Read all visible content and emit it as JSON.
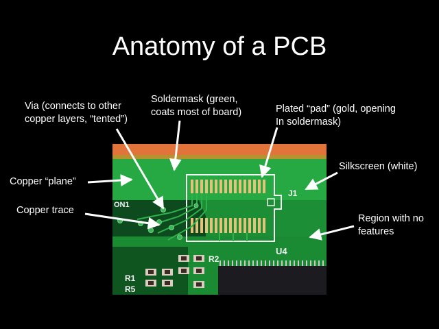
{
  "slide": {
    "title": "Anatomy of a PCB",
    "labels": {
      "via": [
        "Via (connects to other",
        "copper layers, “tented”)"
      ],
      "soldermask": [
        "Soldermask (green,",
        "coats most of board)"
      ],
      "pad": [
        "Plated “pad” (gold, opening",
        "In soldermask)"
      ],
      "silkscreen": [
        "Silkscreen (white)"
      ],
      "plane": [
        "Copper “plane”"
      ],
      "trace": [
        "Copper trace"
      ],
      "region": [
        "Region with no",
        "features"
      ]
    }
  },
  "board": {
    "silkscreen_text": {
      "j1": "J1",
      "on1": "ON1",
      "u4": "U4",
      "r2": "R2",
      "r1": "R1",
      "r5": "R5"
    }
  },
  "colors": {
    "background": "#000000",
    "board_green": "#1f9a3a",
    "copper_edge": "#e0743a",
    "gold_pad": "#e4c27a",
    "silkscreen": "#f2f2f2",
    "text": "#ffffff"
  }
}
